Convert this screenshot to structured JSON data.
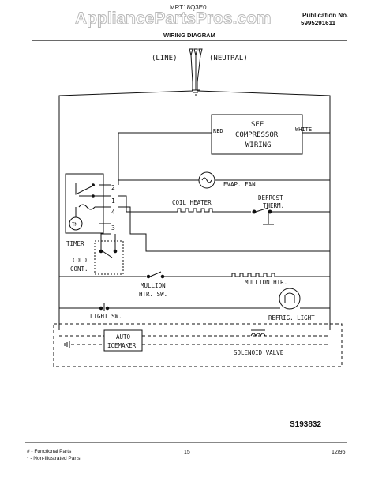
{
  "watermark": "AppliancePartsPros.com",
  "header": {
    "model": "MRT18Q3E0",
    "title": "WIRING DIAGRAM",
    "pub_label": "Publication No.",
    "pub_number": "5995291611"
  },
  "diagram": {
    "line": "(LINE)",
    "neutral": "(NEUTRAL)",
    "see_compressor": [
      "SEE",
      "COMPRESSOR",
      "WIRING"
    ],
    "red": "RED",
    "white": "WHITE",
    "evap_fan": "EVAP. FAN",
    "defrost_therm": [
      "DEFROST",
      "THERM."
    ],
    "coil_heater": "COIL HEATER",
    "timer": "TIMER",
    "timer_mark": "TM",
    "terminals": [
      "1",
      "2",
      "3",
      "4"
    ],
    "cold_cont": [
      "COLD",
      "CONT."
    ],
    "mullion_htr_sw": [
      "MULLION",
      "HTR. SW."
    ],
    "mullion_htr": "MULLION HTR.",
    "light_sw": "LIGHT SW.",
    "refrig_light": "REFRIG. LIGHT",
    "auto_icemaker": [
      "AUTO",
      "ICEMAKER"
    ],
    "solenoid_valve": "SOLENOID VALVE"
  },
  "footer": {
    "drawing_no": "S193832",
    "legend_1": "# - Functional Parts",
    "legend_2": "* - Non-Illustrated Parts",
    "page_number": "15",
    "date": "12/96"
  }
}
